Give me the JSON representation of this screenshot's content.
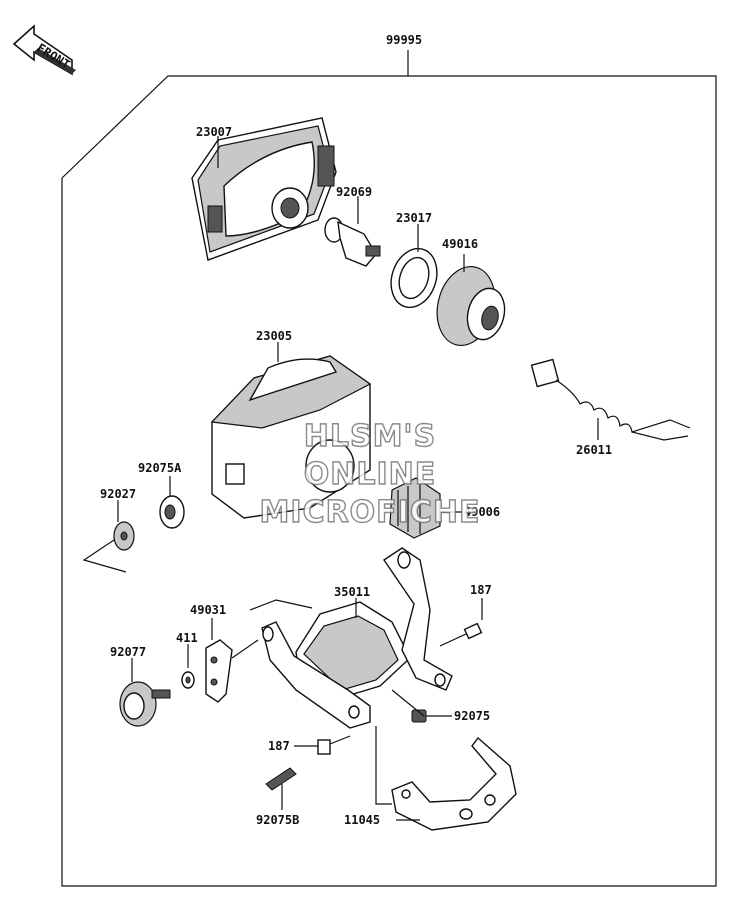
{
  "front_arrow": {
    "label": "FRONT"
  },
  "labels": {
    "assembly": "99995",
    "lens_23007": "23007",
    "bulb_92069": "92069",
    "ring_23017": "23017",
    "cover_49016": "49016",
    "case_23005": "23005",
    "harness_26011": "26011",
    "grommet_92075A": "92075A",
    "washer_92027": "92027",
    "boot_49006": "49006",
    "bolt_187_top": "187",
    "bracket_35011": "35011",
    "plate_49031": "49031",
    "washer_411": "411",
    "knob_92077": "92077",
    "nut_92075": "92075",
    "bolt_187_bottom": "187",
    "clip_92075B": "92075B",
    "bracket_11045": "11045"
  },
  "watermark": {
    "line1": "HLSM'S",
    "line2": "ONLINE",
    "line3": "MICROFICHE"
  }
}
